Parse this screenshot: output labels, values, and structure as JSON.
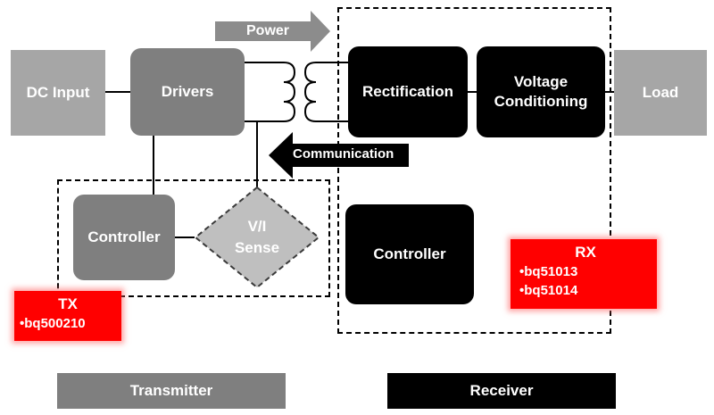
{
  "blocks": {
    "dc_input": "DC Input",
    "drivers": "Drivers",
    "rectification": "Rectification",
    "voltage_conditioning": "Voltage Conditioning",
    "load": "Load",
    "tx_controller": "Controller",
    "vi_sense_line1": "V/I",
    "vi_sense_line2": "Sense",
    "rx_controller": "Controller"
  },
  "arrows": {
    "power": "Power",
    "communication": "Communication"
  },
  "tx_callout": {
    "title": "TX",
    "parts": [
      "•bq500210"
    ]
  },
  "rx_callout": {
    "title": "RX",
    "parts": [
      "•bq51013",
      "•bq51014"
    ]
  },
  "footer": {
    "transmitter": "Transmitter",
    "receiver": "Receiver"
  },
  "colors": {
    "light_gray": "#a6a6a6",
    "mid_gray": "#7f7f7f",
    "black": "#000000",
    "callout_red": "#ff0000"
  }
}
